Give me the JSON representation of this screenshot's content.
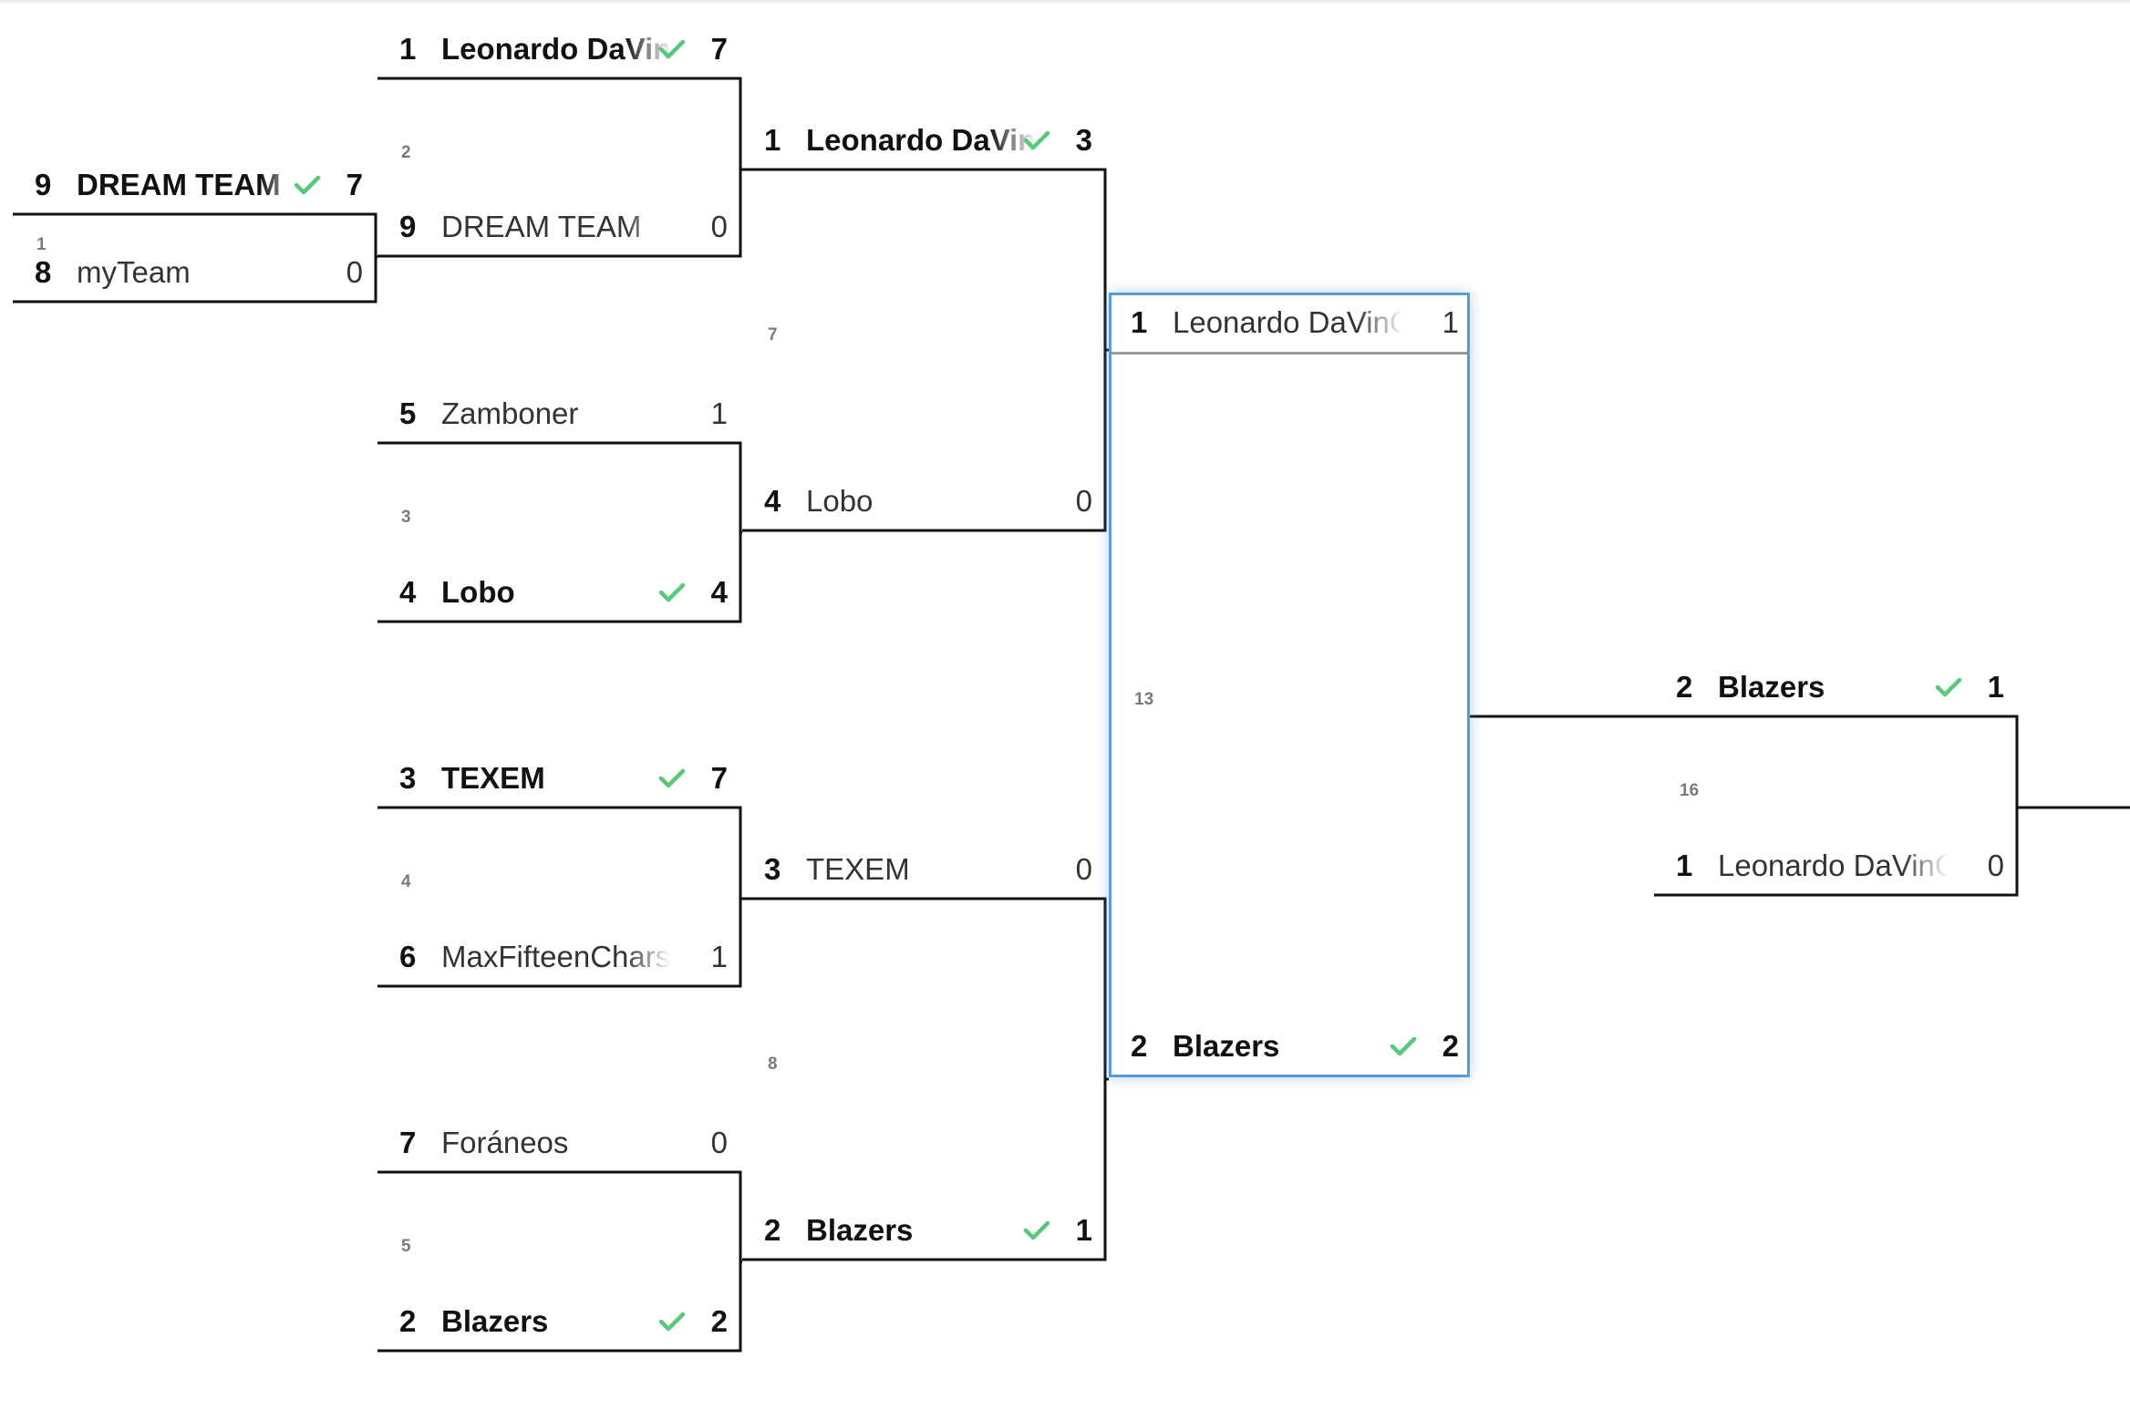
{
  "colors": {
    "line": "#111111",
    "check": "#5ac87a",
    "selected_border": "#5b9bd5",
    "match_number": "#7a7a7a"
  },
  "matches": [
    {
      "id": "play-in",
      "number": "1",
      "top": {
        "seed": "9",
        "name": "DREAM TEAM",
        "score": "7",
        "winner": true
      },
      "bottom": {
        "seed": "8",
        "name": "myTeam",
        "score": "0",
        "winner": false
      }
    },
    {
      "id": "r1-m2",
      "number": "2",
      "top": {
        "seed": "1",
        "name": "Leonardo DaVinChars",
        "score": "7",
        "winner": true
      },
      "bottom": {
        "seed": "9",
        "name": "DREAM TEAM",
        "score": "0",
        "winner": false
      }
    },
    {
      "id": "r1-m3",
      "number": "3",
      "top": {
        "seed": "5",
        "name": "Zamboner",
        "score": "1",
        "winner": false
      },
      "bottom": {
        "seed": "4",
        "name": "Lobo",
        "score": "4",
        "winner": true
      }
    },
    {
      "id": "r1-m4",
      "number": "4",
      "top": {
        "seed": "3",
        "name": "TEXEM",
        "score": "7",
        "winner": true
      },
      "bottom": {
        "seed": "6",
        "name": "MaxFifteenChars",
        "score": "1",
        "winner": false
      }
    },
    {
      "id": "r1-m5",
      "number": "5",
      "top": {
        "seed": "7",
        "name": "Foráneos",
        "score": "0",
        "winner": false
      },
      "bottom": {
        "seed": "2",
        "name": "Blazers",
        "score": "2",
        "winner": true
      }
    },
    {
      "id": "r2-m7",
      "number": "7",
      "top": {
        "seed": "1",
        "name": "Leonardo DaVinChars",
        "score": "3",
        "winner": true
      },
      "bottom": {
        "seed": "4",
        "name": "Lobo",
        "score": "0",
        "winner": false
      }
    },
    {
      "id": "r2-m8",
      "number": "8",
      "top": {
        "seed": "3",
        "name": "TEXEM",
        "score": "0",
        "winner": false
      },
      "bottom": {
        "seed": "2",
        "name": "Blazers",
        "score": "1",
        "winner": true
      }
    },
    {
      "id": "semi-m13",
      "number": "13",
      "top": {
        "seed": "1",
        "name": "Leonardo DaVinChars",
        "score": "1",
        "winner": false
      },
      "bottom": {
        "seed": "2",
        "name": "Blazers",
        "score": "2",
        "winner": true
      }
    },
    {
      "id": "final-m16",
      "number": "16",
      "top": {
        "seed": "2",
        "name": "Blazers",
        "score": "1",
        "winner": true
      },
      "bottom": {
        "seed": "1",
        "name": "Leonardo DaVinChars",
        "score": "0",
        "winner": false
      }
    }
  ]
}
